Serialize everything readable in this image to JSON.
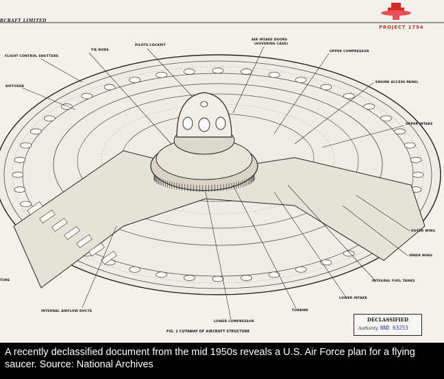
{
  "document": {
    "company_name": "RCRAFT LIMITED",
    "project_label": "PROJECT 1794",
    "figure_caption": "FIG. 2  CUTAWAY OF AIRCRAFT STRUCTURE",
    "part_labels": {
      "flight_control_shutters": "FLIGHT CONTROL SHUTTERS",
      "tie_rods": "TIE RODS",
      "pilots_cockpit": "PILOTS COCKPIT",
      "air_intake_doors": "AIR INTAKE DOORS",
      "air_intake_doors_sub": "(HOVERING CASE)",
      "upper_compressor": "UPPER COMPRESSOR",
      "diffuser": "DIFFUSER",
      "engine_access_panel": "ENGINE ACCESS PANEL",
      "upper_intake": "UPPER INTAKE",
      "outer_wing": "OUTER WING",
      "inner_wing": "INNER WING",
      "integral_fuel_tanks": "INTEGRAL FUEL TANKS",
      "lower_intake": "LOWER INTAKE",
      "turbine": "TURBINE",
      "lower_compressor": "LOWER COMPRESSOR",
      "internal_airflow_ducts": "INTERNAL AIRFLOW DUCTS",
      "ture": "TURE"
    },
    "stamp": {
      "title": "DECLASSIFIED",
      "authority_label": "Authority",
      "authority_number": "NND 63253"
    }
  },
  "caption": {
    "text": "A recently declassified document from the mid 1950s reveals a U.S. Air Force plan for a flying saucer. Source: National Archives"
  },
  "colors": {
    "paper": "#f4f1ea",
    "ink": "#222222",
    "logo_red": "#d62828",
    "caption_bg": "#000000",
    "caption_text": "#ffffff"
  }
}
